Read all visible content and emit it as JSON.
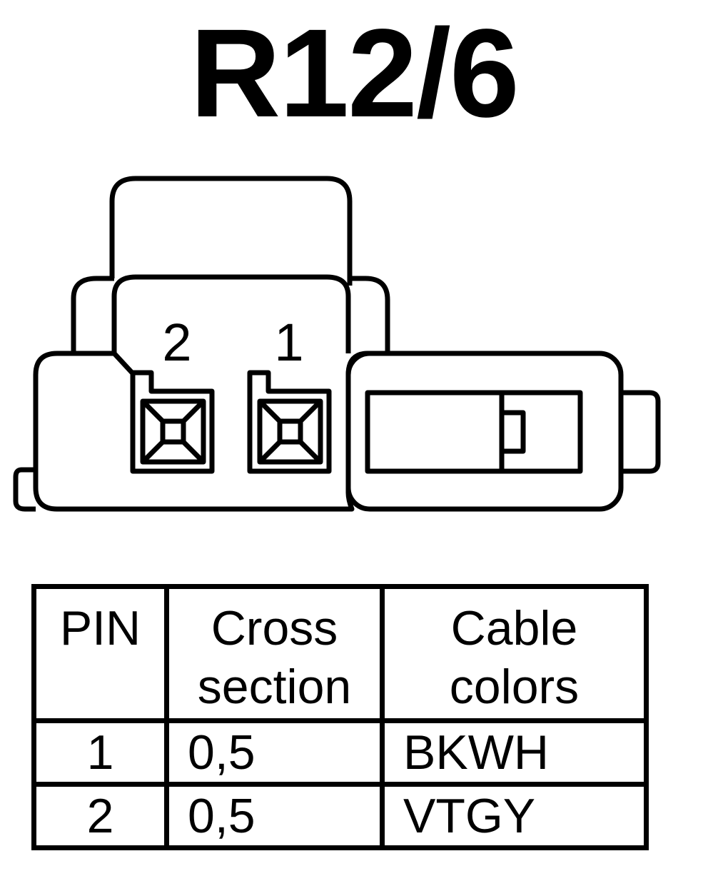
{
  "title": "R12/6",
  "connector": {
    "pin_labels": [
      "2",
      "1"
    ]
  },
  "table": {
    "headers": {
      "pin": "PIN",
      "cross_section_line1": "Cross",
      "cross_section_line2": "section",
      "cable_colors_line1": "Cable",
      "cable_colors_line2": "colors"
    },
    "rows": [
      {
        "pin": "1",
        "cross_section": "0,5",
        "cable_color": "BKWH"
      },
      {
        "pin": "2",
        "cross_section": "0,5",
        "cable_color": "VTGY"
      }
    ]
  }
}
